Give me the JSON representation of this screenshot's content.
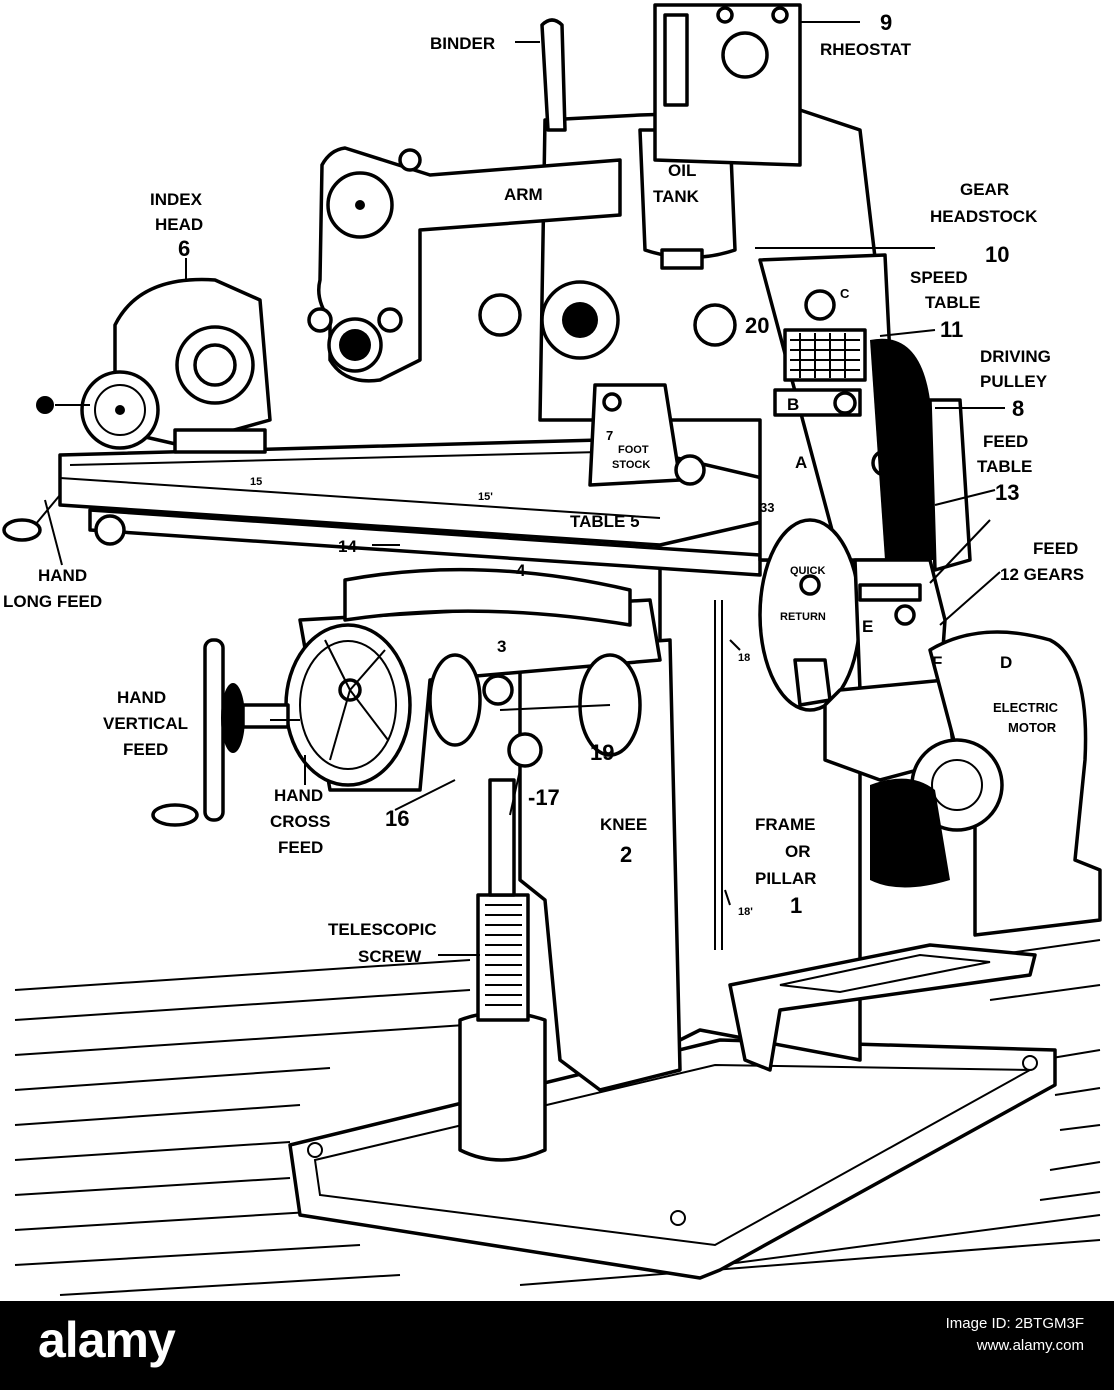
{
  "labels": {
    "binder": "BINDER",
    "n9": "9",
    "rheostat": "RHEOSTAT",
    "oil": "OIL",
    "tank": "TANK",
    "arm": "ARM",
    "index1": "INDEX",
    "index2": "HEAD",
    "n6": "6",
    "gear1": "GEAR",
    "gear2": "HEADSTOCK",
    "n10": "10",
    "speed1": "SPEED",
    "speed2": "TABLE",
    "n11": "11",
    "n20": "20",
    "driving1": "DRIVING",
    "driving2": "PULLEY",
    "n8": "8",
    "b": "B",
    "a": "A",
    "c": "C",
    "n7": "7",
    "foot": "FOOT",
    "stock": "STOCK",
    "feedtable1": "FEED",
    "feedtable2": "TABLE",
    "n13": "13",
    "n15a": "15",
    "n15b": "15'",
    "table5": "TABLE 5",
    "n33": "33",
    "n14": "14",
    "n4": "4",
    "quick": "QUICK",
    "return": "RETURN",
    "feedgears1": "FEED",
    "feedgears2": "12 GEARS",
    "handlong1": "HAND",
    "handlong2": "LONG FEED",
    "n3": "3",
    "n18": "18",
    "e": "E",
    "f": "F",
    "d": "D",
    "electric1": "ELECTRIC",
    "electric2": "MOTOR",
    "handvert1": "HAND",
    "handvert2": "VERTICAL",
    "handvert3": "FEED",
    "n19": "19",
    "handcross1": "HAND",
    "handcross2": "CROSS",
    "handcross3": "FEED",
    "n16": "16",
    "n17": "-17",
    "knee1": "KNEE",
    "knee2": "2",
    "frame1": "FRAME",
    "frame2": "OR",
    "frame3": "PILLAR",
    "frame4": "1",
    "n18b": "18'",
    "tele1": "TELESCOPIC",
    "tele2": "SCREW"
  },
  "footer": {
    "logo": "alamy",
    "image_id": "Image ID: 2BTGM3F",
    "site": "www.alamy.com"
  }
}
